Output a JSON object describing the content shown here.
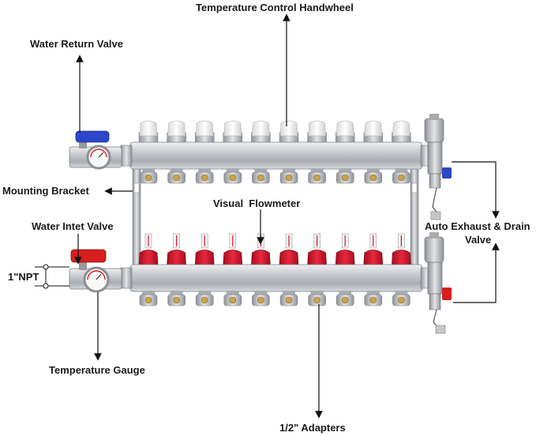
{
  "labels": {
    "handwheel": "Temperature Control Handwheel",
    "return_valve": "Water Return Valve",
    "mounting_bracket": "Mounting Bracket",
    "flowmeter": "Visual  Flowmeter",
    "inlet_valve": "Water Intet Valve",
    "auto_exhaust_line1": "Auto Exhaust & Drain",
    "auto_exhaust_line2": "Valve",
    "npt": "1\"NPT",
    "gauge": "Temperature Gauge",
    "adapters": "1/2\" Adapters"
  },
  "colors": {
    "steel": "#c9ccd0",
    "steel_dark": "#8d9196",
    "brass_nickel": "#b9bcc0",
    "cap_white": "#f2f2f2",
    "flow_red": "#d0142a",
    "valve_blue": "#2b47c8",
    "valve_red": "#d81e1e",
    "arrow": "#111111"
  },
  "ports": 10
}
